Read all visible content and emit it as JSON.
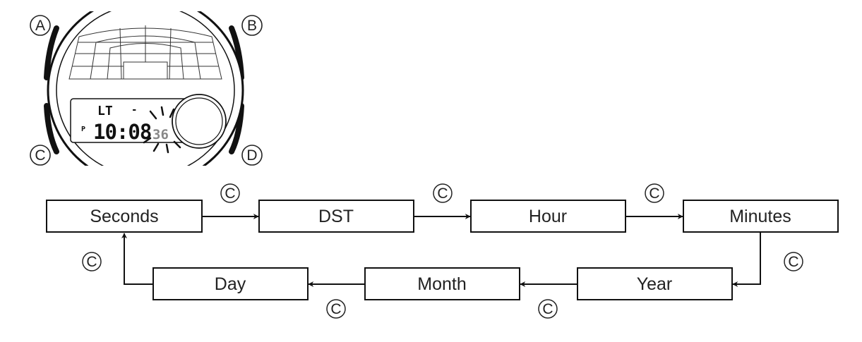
{
  "watch": {
    "buttons": {
      "a": "A",
      "b": "B",
      "c": "C",
      "d": "D"
    },
    "display": {
      "mode": "LT",
      "dash": "-",
      "ampm": "P",
      "time": "10:08",
      "seconds": "36"
    }
  },
  "flow": {
    "button_label": "C",
    "steps": [
      "Seconds",
      "DST",
      "Hour",
      "Minutes",
      "Year",
      "Month",
      "Day"
    ]
  }
}
